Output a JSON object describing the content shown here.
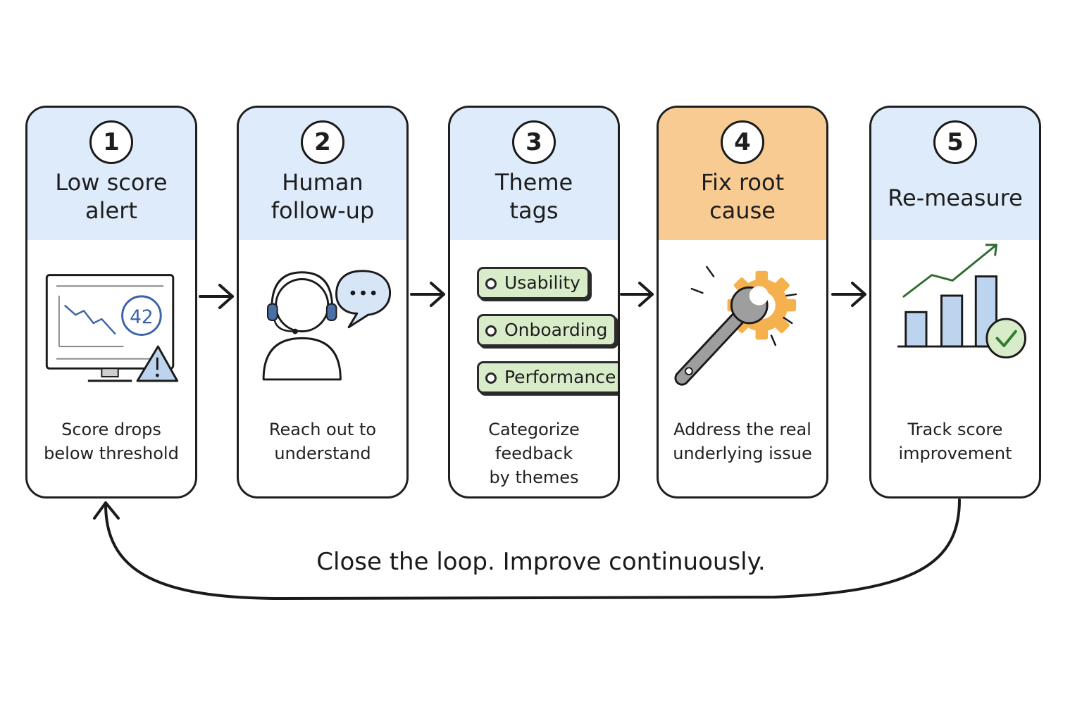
{
  "steps": [
    {
      "number": "1",
      "title": "Low score\nalert",
      "description": "Score drops\nbelow threshold",
      "icon": "monitor-alert-icon",
      "score_readout": "42"
    },
    {
      "number": "2",
      "title": "Human\nfollow-up",
      "description": "Reach out to\nunderstand",
      "icon": "headset-agent-icon"
    },
    {
      "number": "3",
      "title": "Theme\ntags",
      "description": "Categorize feedback\nby themes",
      "icon": "tags-icon",
      "tags": [
        "Usability",
        "Onboarding",
        "Performance"
      ]
    },
    {
      "number": "4",
      "title": "Fix root\ncause",
      "description": "Address the real\nunderlying issue",
      "icon": "wrench-gear-icon"
    },
    {
      "number": "5",
      "title": "Re-measure",
      "description": "Track score\nimprovement",
      "icon": "rising-bar-chart-check-icon"
    }
  ],
  "loop_caption": "Close the loop. Improve continuously.",
  "colors": {
    "header_default": "#deebfa",
    "header_accent": "#f8cb92",
    "tag_fill": "#d9ecc9",
    "icon_blue": "#3b63a8",
    "check_green": "#2e7d32"
  }
}
